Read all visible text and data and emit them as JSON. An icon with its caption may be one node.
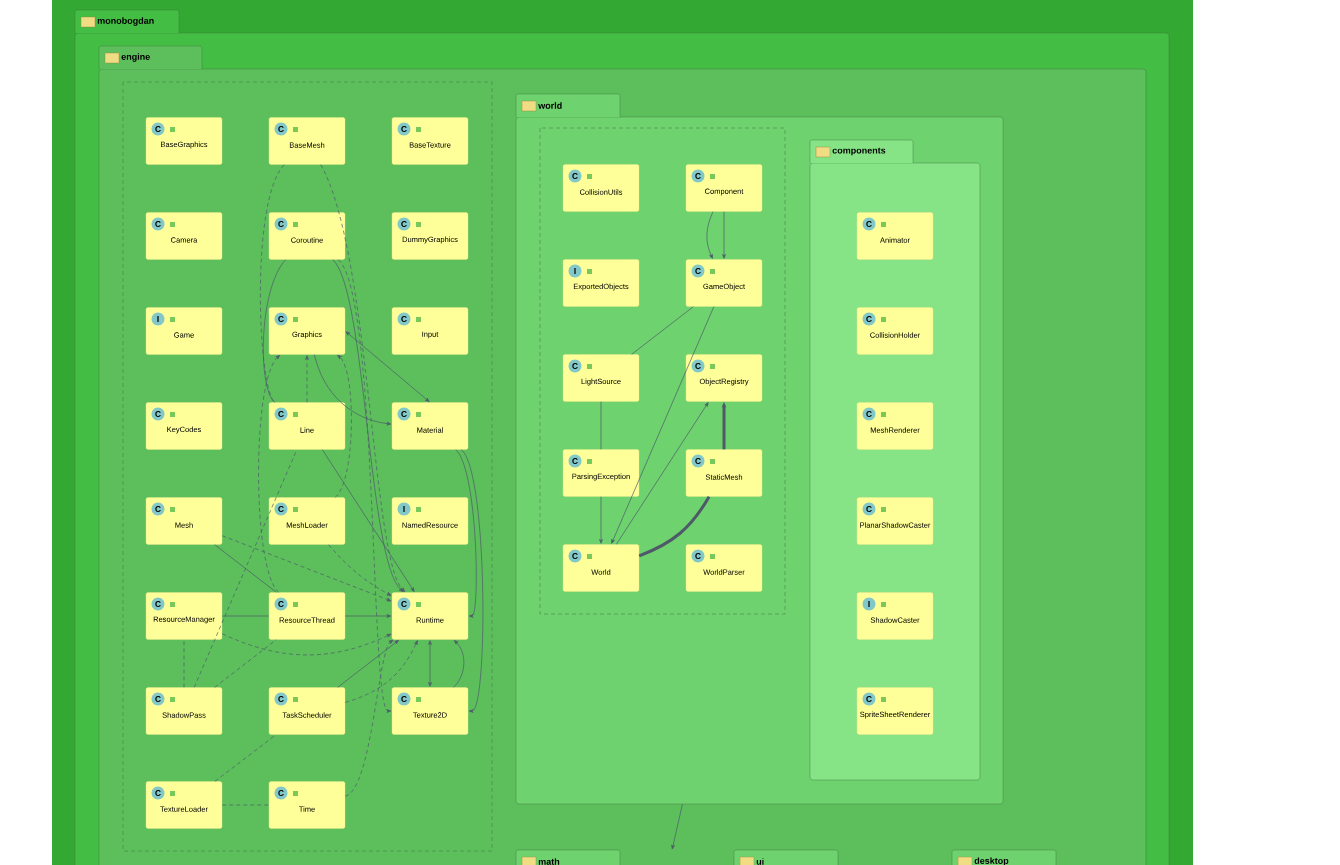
{
  "diagram": {
    "nodes": [
      {
        "text": [
          "monobogdan"
        ]
      },
      {
        "text": [
          "engine"
        ],
        "in": 0
      },
      {
        "text": [
          "C",
          "BaseGraphics"
        ],
        "in": 1
      },
      {
        "text": [
          "C",
          "BaseMesh"
        ],
        "in": 1
      },
      {
        "text": [
          "C",
          "BaseTexture"
        ],
        "in": 1
      },
      {
        "text": [
          "C",
          "Camera"
        ],
        "in": 1
      },
      {
        "text": [
          "C",
          "Coroutine"
        ],
        "in": 1
      },
      {
        "text": [
          "C",
          "DummyGraphics"
        ],
        "in": 1
      },
      {
        "text": [
          "I",
          "Game"
        ],
        "in": 1
      },
      {
        "text": [
          "C",
          "Graphics"
        ],
        "in": 1
      },
      {
        "text": [
          "C",
          "Input"
        ],
        "in": 1
      },
      {
        "text": [
          "C",
          "KeyCodes"
        ],
        "in": 1
      },
      {
        "text": [
          "C",
          "Line"
        ],
        "in": 1
      },
      {
        "text": [
          "C",
          "Material"
        ],
        "in": 1
      },
      {
        "text": [
          "C",
          "Mesh"
        ],
        "in": 1
      },
      {
        "text": [
          "C",
          "MeshLoader"
        ],
        "in": 1
      },
      {
        "text": [
          "I",
          "NamedResource"
        ],
        "in": 1
      },
      {
        "text": [
          "C",
          "ResourceManager"
        ],
        "in": 1
      },
      {
        "text": [
          "C",
          "ResourceThread"
        ],
        "in": 1
      },
      {
        "text": [
          "C",
          "Runtime"
        ],
        "in": 1
      },
      {
        "text": [
          "C",
          "ShadowPass"
        ],
        "in": 1
      },
      {
        "text": [
          "C",
          "TaskScheduler"
        ],
        "in": 1
      },
      {
        "text": [
          "C",
          "Texture2D"
        ],
        "in": 1
      },
      {
        "text": [
          "C",
          "TextureLoader"
        ],
        "in": 1
      },
      {
        "text": [
          "C",
          "Time"
        ],
        "in": 1
      },
      {
        "text": [
          "world"
        ],
        "in": 1
      },
      {
        "text": [
          "C",
          "CollisionUtils"
        ],
        "in": 25
      },
      {
        "text": [
          "C",
          "Component"
        ],
        "in": 25
      },
      {
        "text": [
          "I",
          "ExportedObjects"
        ],
        "in": 25
      },
      {
        "text": [
          "C",
          "GameObject"
        ],
        "in": 25
      },
      {
        "text": [
          "C",
          "LightSource"
        ],
        "in": 25
      },
      {
        "text": [
          "C",
          "ObjectRegistry"
        ],
        "in": 25
      },
      {
        "text": [
          "C",
          "ParsingException"
        ],
        "in": 25
      },
      {
        "text": [
          "C",
          "StaticMesh"
        ],
        "in": 25
      },
      {
        "text": [
          "C",
          "World"
        ],
        "in": 25
      },
      {
        "text": [
          "C",
          "WorldParser"
        ],
        "in": 25
      },
      {
        "text": [
          "components"
        ],
        "in": 25
      },
      {
        "text": [
          "C",
          "Animator"
        ],
        "in": 36
      },
      {
        "text": [
          "C",
          "CollisionHolder"
        ],
        "in": 36
      },
      {
        "text": [
          "C",
          "MeshRenderer"
        ],
        "in": 36
      },
      {
        "text": [
          "C",
          "PlanarShadowCaster"
        ],
        "in": 36
      },
      {
        "text": [
          "I",
          "ShadowCaster"
        ],
        "in": 36
      },
      {
        "text": [
          "C",
          "SpriteSheetRenderer"
        ],
        "in": 36
      },
      {
        "text": [
          "math"
        ],
        "in": 1
      },
      {
        "text": [
          "ui"
        ],
        "in": 1
      },
      {
        "text": [
          "desktop"
        ],
        "in": 1
      }
    ],
    "edges": [
      {
        "from": 3,
        "to": 12,
        "arrow": "none",
        "style": "dashed"
      },
      {
        "from": 3,
        "to": 19,
        "arrow": "to",
        "style": "dashed"
      },
      {
        "from": 6,
        "to": 12,
        "arrow": "none"
      },
      {
        "from": 6,
        "to": 19,
        "arrow": "to"
      },
      {
        "from": 6,
        "to": 22,
        "arrow": "to",
        "style": "dashed"
      },
      {
        "from": 9,
        "to": 13,
        "arrow": "both"
      },
      {
        "from": 12,
        "to": 9,
        "arrow": "to",
        "style": "dashed"
      },
      {
        "from": 9,
        "to": 13,
        "arrow": "to"
      },
      {
        "from": 12,
        "to": 19,
        "arrow": "to"
      },
      {
        "from": 13,
        "to": 19,
        "arrow": "to"
      },
      {
        "from": 13,
        "to": 22,
        "arrow": "to"
      },
      {
        "from": 15,
        "to": 9,
        "arrow": "to",
        "style": "dashed"
      },
      {
        "from": 15,
        "to": 19,
        "arrow": "to",
        "style": "dashed"
      },
      {
        "from": 14,
        "to": 18,
        "arrow": "none"
      },
      {
        "from": 14,
        "to": 19,
        "arrow": "to",
        "style": "dashed"
      },
      {
        "from": 17,
        "to": 18,
        "arrow": "none"
      },
      {
        "from": 17,
        "to": 19,
        "arrow": "to",
        "style": "dashed"
      },
      {
        "from": 18,
        "to": 19,
        "arrow": "to"
      },
      {
        "from": 18,
        "to": 9,
        "arrow": "to",
        "style": "dashed"
      },
      {
        "from": 20,
        "to": 17,
        "arrow": "none",
        "style": "dashed"
      },
      {
        "from": 20,
        "to": 18,
        "arrow": "none",
        "style": "dashed"
      },
      {
        "from": 21,
        "to": 19,
        "arrow": "to"
      },
      {
        "from": 21,
        "to": 19,
        "arrow": "to",
        "style": "dashed"
      },
      {
        "from": 23,
        "to": 21,
        "arrow": "none",
        "style": "dashed"
      },
      {
        "from": 23,
        "to": 24,
        "arrow": "none",
        "style": "dashed"
      },
      {
        "from": 24,
        "to": 19,
        "arrow": "to",
        "style": "dashed"
      },
      {
        "from": 19,
        "to": 22,
        "arrow": "both"
      },
      {
        "from": 22,
        "to": 19,
        "arrow": "to"
      },
      {
        "from": 20,
        "to": 12,
        "arrow": "none",
        "style": "dashed"
      },
      {
        "from": 27,
        "to": 29,
        "arrow": "to"
      },
      {
        "from": 27,
        "to": 29,
        "arrow": "to"
      },
      {
        "from": 29,
        "to": 30,
        "arrow": "none"
      },
      {
        "from": 29,
        "to": 34,
        "arrow": "to"
      },
      {
        "from": 30,
        "to": 32,
        "arrow": "none"
      },
      {
        "from": 32,
        "to": 34,
        "arrow": "to"
      },
      {
        "from": 34,
        "to": 31,
        "arrow": "to"
      },
      {
        "from": 33,
        "to": 31,
        "arrow": "to",
        "style": "thick"
      },
      {
        "from": 34,
        "to": 33,
        "arrow": "none",
        "style": "thick"
      },
      {
        "from": 25,
        "to": null,
        "arrow": "to"
      }
    ]
  }
}
